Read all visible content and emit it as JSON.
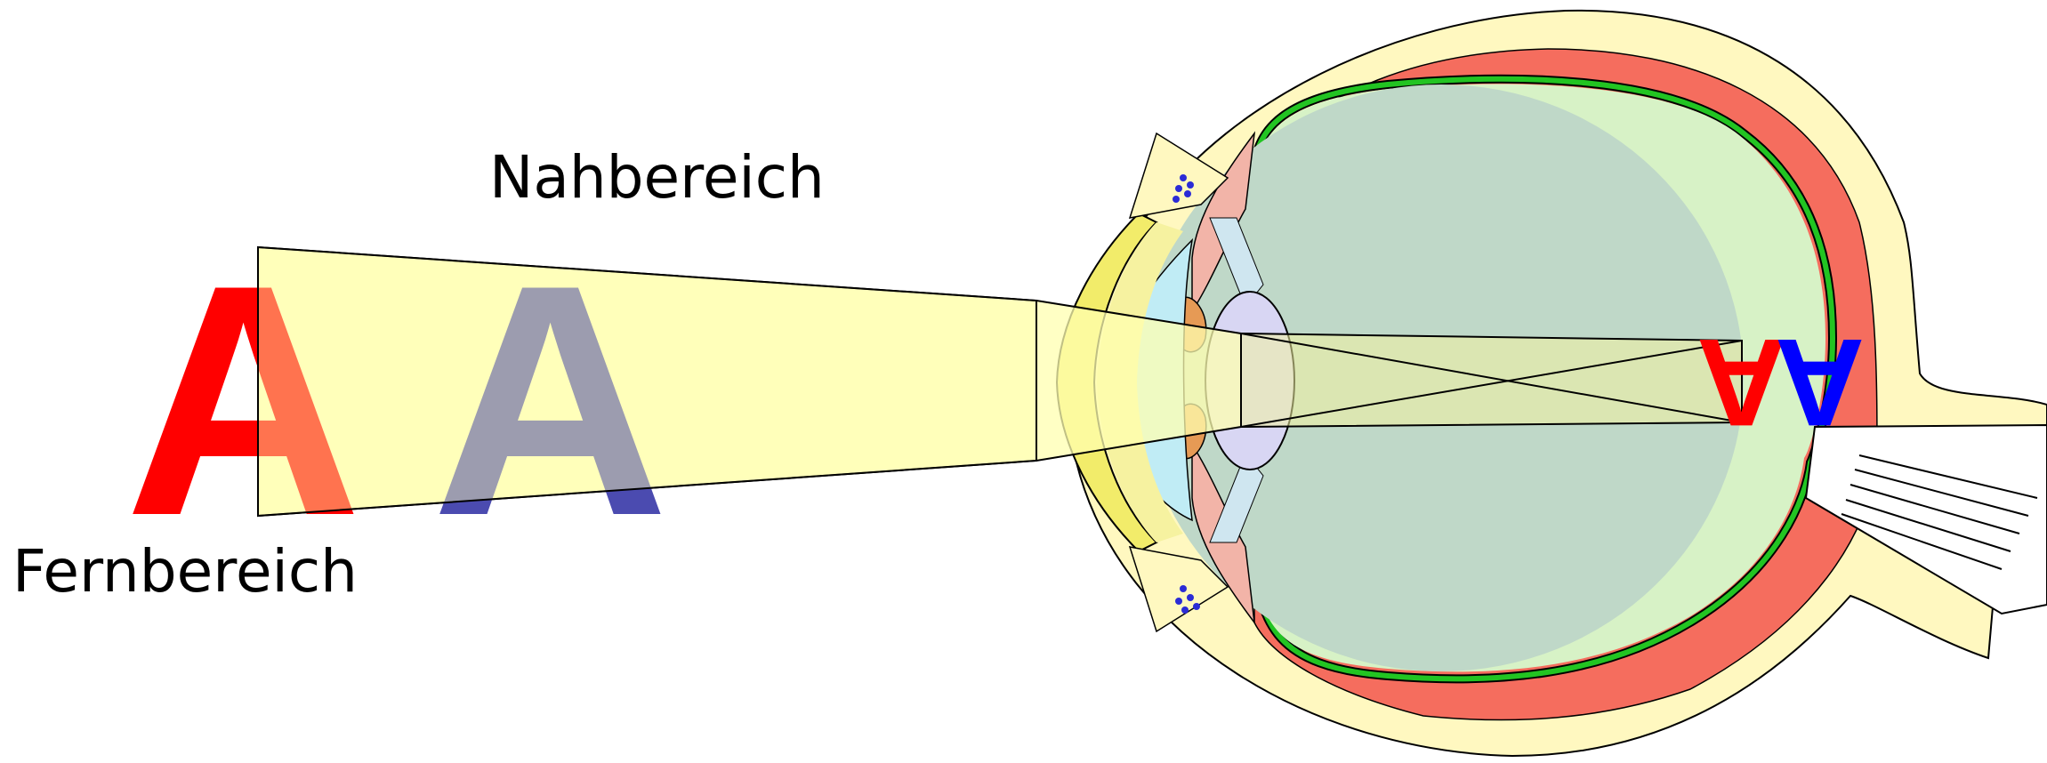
{
  "labels": {
    "near": "Nahbereich",
    "far": "Fernbereich"
  },
  "letters": {
    "far_object": "A",
    "near_object": "A",
    "far_image": "A",
    "near_image": "A"
  },
  "colors": {
    "far_letter": "#ff0000",
    "near_letter": "#4b4bb0",
    "far_image": "#ff0000",
    "near_image": "#0000ff",
    "light_beam": "#ffffb0",
    "sclera": "#fff8c0",
    "choroid": "#f56d5e",
    "retina": "#22c422",
    "vitreous": "#bfd8c8",
    "lens": "#d8d6f3",
    "cornea": "#f2ec6a",
    "aqueous": "#c0ecf5"
  }
}
